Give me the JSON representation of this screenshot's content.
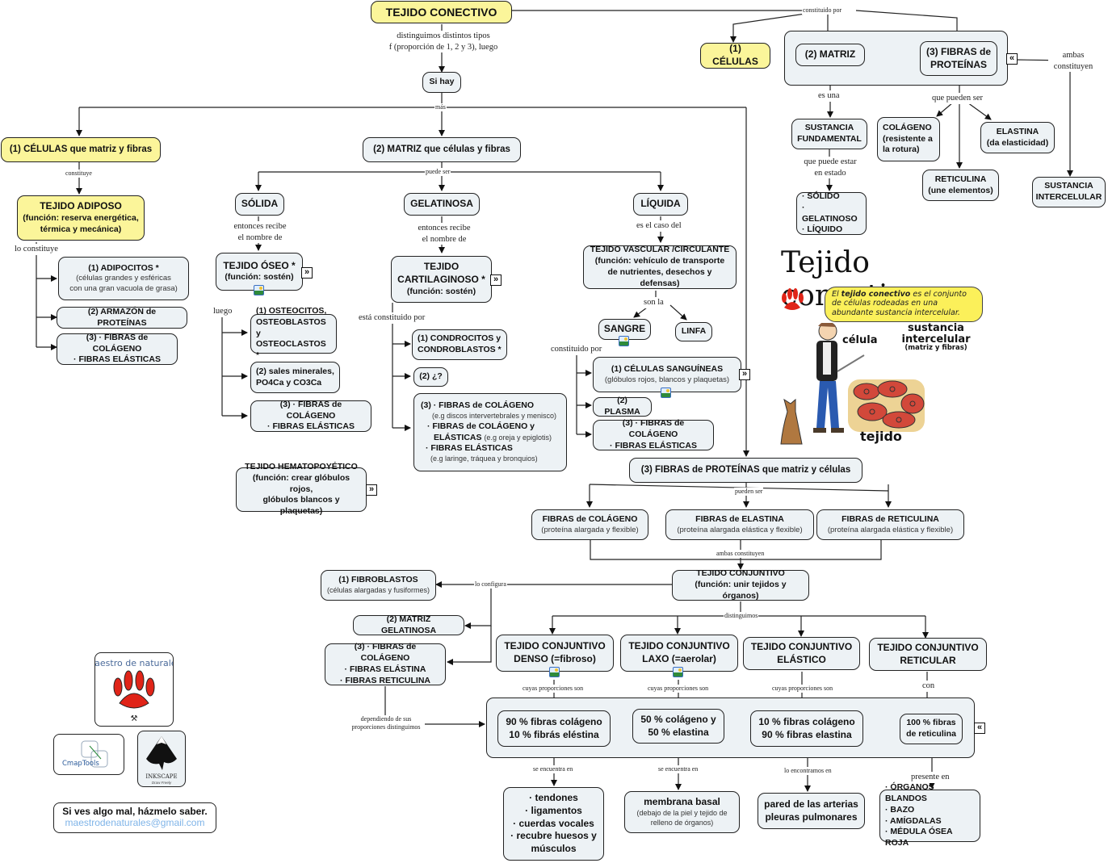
{
  "title": "TEJIDO CONECTIVO",
  "top": {
    "label_tipos": [
      "distinguimos distintos tipos",
      "f (proporción de 1, 2 y 3), luego"
    ],
    "si_hay": "Si hay",
    "label_mas": "más",
    "label_constituido": "constituido por",
    "celulas": "(1) CÉLULAS",
    "matriz": "(2) MATRIZ",
    "fibras": [
      "(3) FIBRAS de",
      "PROTEÍNAS"
    ],
    "label_ambas": [
      "ambas",
      "constituyen"
    ],
    "label_es_una": "es una",
    "sustancia_fundamental": [
      "SUSTANCIA",
      "FUNDAMENTAL"
    ],
    "label_puede_estar": [
      "que puede estar",
      "en estado"
    ],
    "estados": [
      "· SÓLIDO",
      "· GELATINOSO",
      "· LÍQUIDO"
    ],
    "label_pueden_ser": "que pueden ser",
    "colageno": [
      "COLÁGENO",
      "(resistente a",
      "la rotura)"
    ],
    "elastina": [
      "ELASTINA",
      "(da elasticidad)"
    ],
    "reticulina": [
      "RETICULINA",
      "(une elementos)"
    ],
    "sustancia_intercelular": [
      "SUSTANCIA",
      "INTERCELULAR"
    ]
  },
  "branch1": {
    "head": "(1) CÉLULAS que matriz y fibras",
    "label_constituye": "constituye",
    "adiposo": [
      "TEJIDO ADIPOSO",
      "(función: reserva energética,",
      "térmica y mecánica)"
    ],
    "label_lo_constituye": "lo constituye",
    "adipocitos": [
      "(1) ADIPOCITOS *",
      "(células grandes y esféricas",
      "con una gran vacuola de grasa)"
    ],
    "armazon": "(2) ARMAZÓN de PROTEÍNAS",
    "fibras": [
      "(3) · FIBRAS de COLÁGENO",
      "· FIBRAS ELÁSTICAS"
    ]
  },
  "branch2": {
    "head": "(2) MATRIZ que células y fibras",
    "label_puede_ser": "puede ser",
    "solida": "SÓLIDA",
    "gelatinosa": "GELATINOSA",
    "liquida": "LÍQUIDA",
    "label_entonces": [
      "entonces recibe",
      "el nombre de"
    ],
    "oseo": [
      "TEJIDO ÓSEO *",
      "(función: sostén)"
    ],
    "label_luego": "luego",
    "osteocitos": [
      "(1) OSTEOCITOS,",
      "OSTEOBLASTOS y",
      "OSTEOCLASTOS *"
    ],
    "sales": [
      "(2) sales minerales,",
      "PO4Ca y CO3Ca"
    ],
    "oseo_fibras": [
      "(3) · FIBRAS de COLÁGENO",
      "· FIBRAS ELÁSTICAS"
    ],
    "hematopoyetico": [
      "TEJIDO HEMATOPOYÉTICO",
      "(función: crear glóbulos rojos,",
      "glóbulos blancos y plaquetas)"
    ],
    "cartilaginoso": [
      "TEJIDO",
      "CARTILAGINOSO *",
      "(función: sostén)"
    ],
    "label_esta_constituido": "está constituido por",
    "condrocitos": [
      "(1) CONDROCITOS y",
      "CONDROBLASTOS *"
    ],
    "cart_2": "(2) ¿?",
    "cart_fibras": {
      "l1": "(3) · FIBRAS de COLÁGENO",
      "l1_note": "(e.g discos intervertebrales y menisco)",
      "l2": "· FIBRAS de COLÁGENO y",
      "l3": "ELÁSTICAS",
      "l3_note": "(e.g oreja y epiglotis)",
      "l4": "· FIBRAS ELÁSTICAS",
      "l4_note": "(e.g laringe, tráquea y bronquios)"
    },
    "label_es_el_caso": "es el caso del",
    "vascular": [
      "TEJIDO VASCULAR /CIRCULANTE",
      "(función: vehículo de transporte",
      "de nutrientes, desechos y defensas)"
    ],
    "label_son_la": "son la",
    "sangre": "SANGRE",
    "linfa": "LINFA",
    "label_constituido": "constituido por",
    "celulas_sang": [
      "(1) CÉLULAS SANGUÍNEAS",
      "(glóbulos rojos, blancos y plaquetas)"
    ],
    "plasma": "(2) PLASMA",
    "sangre_fibras": [
      "(3) · FIBRAS de COLÁGENO",
      "· FIBRAS ELÁSTICAS"
    ]
  },
  "branch3": {
    "head": "(3) FIBRAS de PROTEÍNAS que matriz y células",
    "label_pueden_ser": "pueden ser",
    "f_colageno": [
      "FIBRAS de COLÁGENO",
      "(proteína alargada y flexible)"
    ],
    "f_elastina": [
      "FIBRAS de ELASTINA",
      "(proteína alargada elástica y flexible)"
    ],
    "f_reticulina": [
      "FIBRAS de RETICULINA",
      "(proteína alargada elástica y flexible)"
    ],
    "label_ambas": "ambas constituyen",
    "conjuntivo": [
      "TEJIDO CONJUNTIVO",
      "(función: unir tejidos y órganos)"
    ],
    "label_configura": "lo configura",
    "fibroblastos": [
      "(1) FIBROBLASTOS",
      "(células alargadas y fusiformes)"
    ],
    "matriz_gel": "(2) MATRIZ GELATINOSA",
    "conj_fibras": [
      "(3) · FIBRAS de COLÁGENO",
      "· FIBRAS ELÁSTINA",
      "· FIBRAS RETICULINA"
    ],
    "label_dependiendo": [
      "dependiendo de sus",
      "proporciones distinguimos"
    ],
    "label_distinguimos": "distinguimos",
    "types": [
      {
        "name": [
          "TEJIDO CONJUNTIVO",
          "DENSO (=fibroso)"
        ],
        "link": "cuyas proporciones son",
        "prop": [
          "90 % fibras colágeno",
          "10 % fibrás eléstina"
        ],
        "link2": "se encuentra en",
        "where": [
          "· tendones",
          "· ligamentos",
          "· cuerdas vocales",
          "·  recubre huesos y",
          "músculos"
        ]
      },
      {
        "name": [
          "TEJIDO CONJUNTIVO",
          "LAXO (=aerolar)"
        ],
        "link": "cuyas proporciones son",
        "prop": [
          "50 % colágeno y",
          "50 % elastina"
        ],
        "link2": "se encuentra en",
        "where": [
          "membrana basal",
          "(debajo de la piel y  tejido de",
          "relleno de órganos)"
        ]
      },
      {
        "name": [
          "TEJIDO CONJUNTIVO",
          "ELÁSTICO"
        ],
        "link": "cuyas proporciones son",
        "prop": [
          "10 % fibras colágeno",
          "90 % fibras elastina"
        ],
        "link2": "lo encontramos en",
        "where": [
          "pared de las arterias",
          "pleuras pulmonares"
        ]
      },
      {
        "name": [
          "TEJIDO CONJUNTIVO",
          "RETICULAR"
        ],
        "link": "con",
        "prop": [
          "100 % fibras",
          "de reticulina"
        ],
        "link2": "presente en",
        "where": [
          "· ÓRGANOS BLANDOS",
          "· BAZO",
          "· AMÍGDALAS",
          "· MÉDULA ÓSEA ROJA"
        ]
      }
    ]
  },
  "illustration": {
    "title": "Tejido conectivo",
    "bubble_pre": "El ",
    "bubble_bold": "tejido conectivo",
    "bubble_post": " es el conjunto de células rodeadas en una abundante sustancia intercelular.",
    "celula": "célula",
    "sustancia": [
      "sustancia",
      "intercelular",
      "(matriz y fibras)"
    ],
    "tejido": "tejido"
  },
  "footer": {
    "logo_text": "Maestro de naturales",
    "cmap": "CmapTools",
    "inkscape": "INKSCAPE",
    "inkscape_tag": "Draw Freely",
    "feedback": "Si ves algo mal, házmelo saber.",
    "email": "maestrodenaturales@gmail.com"
  },
  "colors": {
    "yellow_node": "#fbf59a",
    "gray_node": "#edf2f5",
    "email": "#7fb4e8",
    "paw": "#e02418"
  },
  "icons": {
    "expand": "»",
    "collapse": "«"
  }
}
